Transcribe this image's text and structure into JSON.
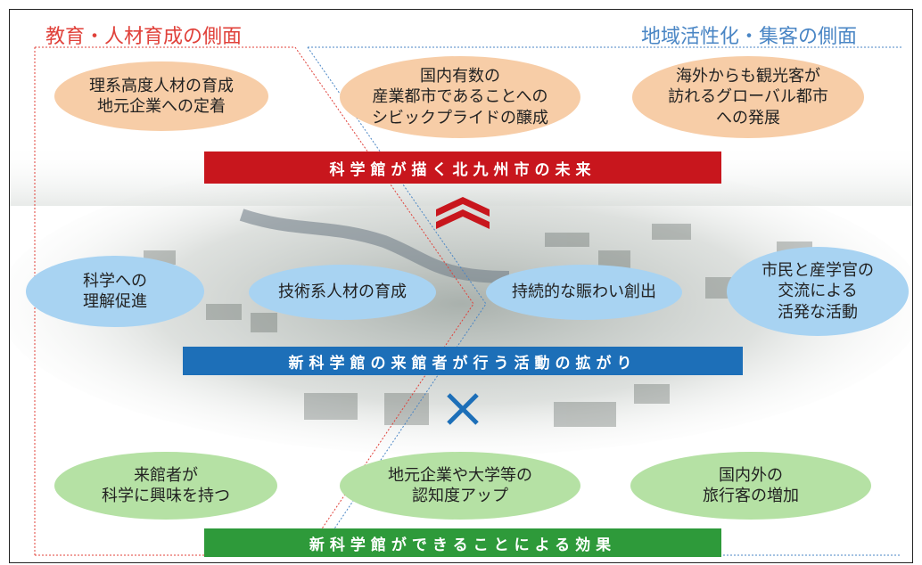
{
  "headers": {
    "left": "教育・人材育成の側面",
    "right": "地域活性化・集客の側面"
  },
  "top_ovals": [
    {
      "text": "理系高度人材の育成\n地元企業への定着"
    },
    {
      "text": "国内有数の\n産業都市であることへの\nシビックプライドの醸成"
    },
    {
      "text": "海外からも観光客が\n訪れるグローバル都市\nへの発展"
    }
  ],
  "bands": {
    "future": "科学館が描く北九州市の未来",
    "activities": "新科学館の来館者が行う活動の拡がり",
    "effects": "新科学館ができることによる効果"
  },
  "mid_ovals": [
    {
      "text": "科学への\n理解促進"
    },
    {
      "text": "技術系人材の育成"
    },
    {
      "text": "持続的な賑わい創出"
    },
    {
      "text": "市民と産学官の\n交流による\n活発な活動"
    }
  ],
  "bottom_ovals": [
    {
      "text": "来館者が\n科学に興味を持つ"
    },
    {
      "text": "地元企業や大学等の\n認知度アップ"
    },
    {
      "text": "国内外の\n旅行客の増加"
    }
  ],
  "colors": {
    "red_band": "#c8161d",
    "blue_band": "#1d6fb8",
    "green_band": "#2e9a3a",
    "left_header": "#e0413a",
    "right_header": "#4a86c5"
  }
}
